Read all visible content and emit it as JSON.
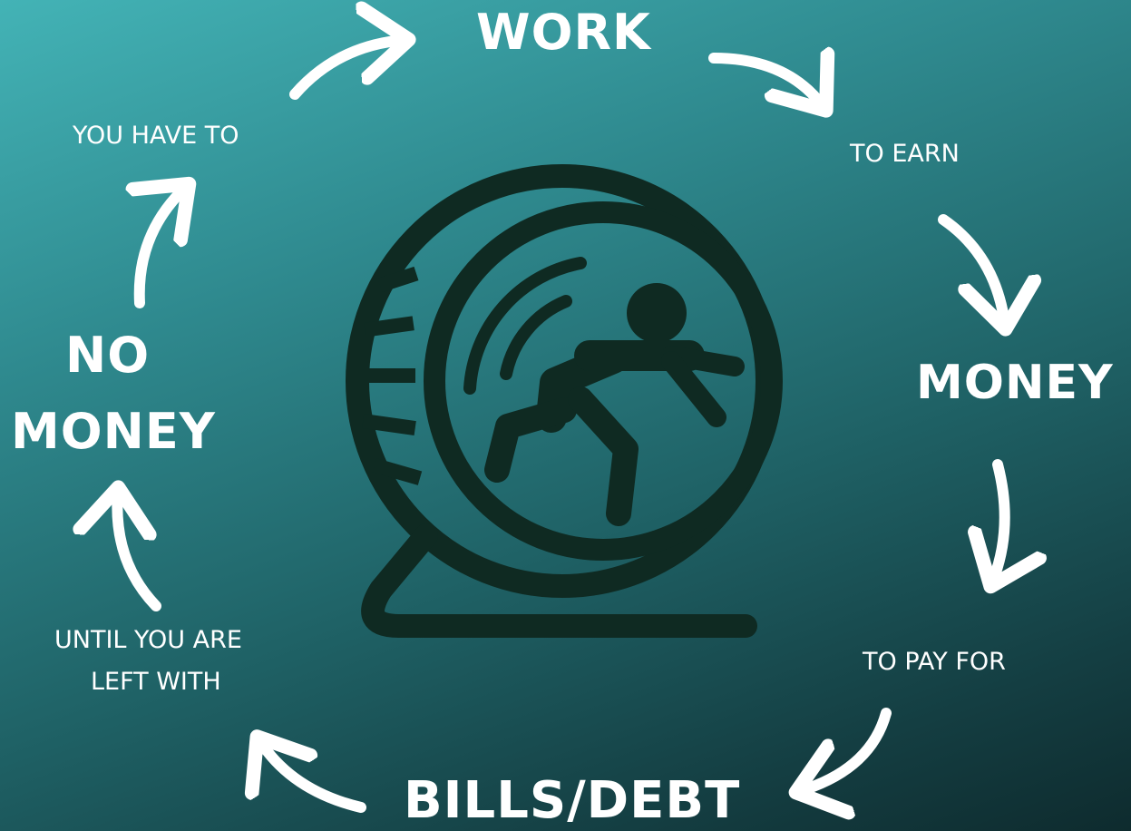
{
  "steps": {
    "work": "WORK",
    "to_earn": "TO EARN",
    "money": "MONEY",
    "to_pay_for": "TO PAY FOR",
    "bills_debt": "BILLS/DEBT",
    "until_line1": "UNTIL YOU ARE",
    "until_line2": "LEFT WITH",
    "no": "NO",
    "no_money": "MONEY",
    "you_have_to": "YOU HAVE TO"
  },
  "icons": {
    "center": "hamster-wheel-runner-icon",
    "arrows": "curved-arrow-icon"
  },
  "colors": {
    "background_top_left": "#43b3b6",
    "background_bottom_right": "#0e2b2e",
    "text": "#ffffff",
    "icon": "#0f2a22"
  }
}
